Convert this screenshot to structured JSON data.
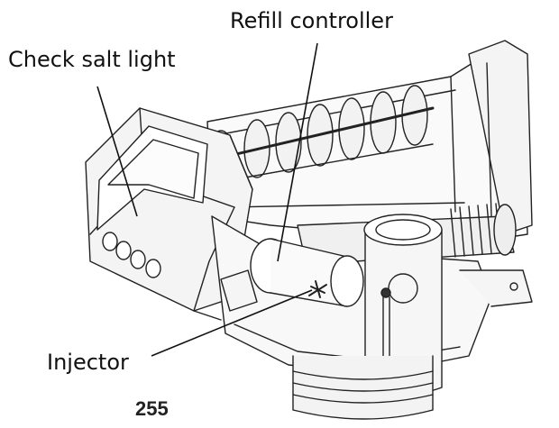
{
  "labels": {
    "refill_controller": "Refill controller",
    "check_salt_light": "Check salt light",
    "injector": "Injector"
  },
  "figure_number": "255"
}
